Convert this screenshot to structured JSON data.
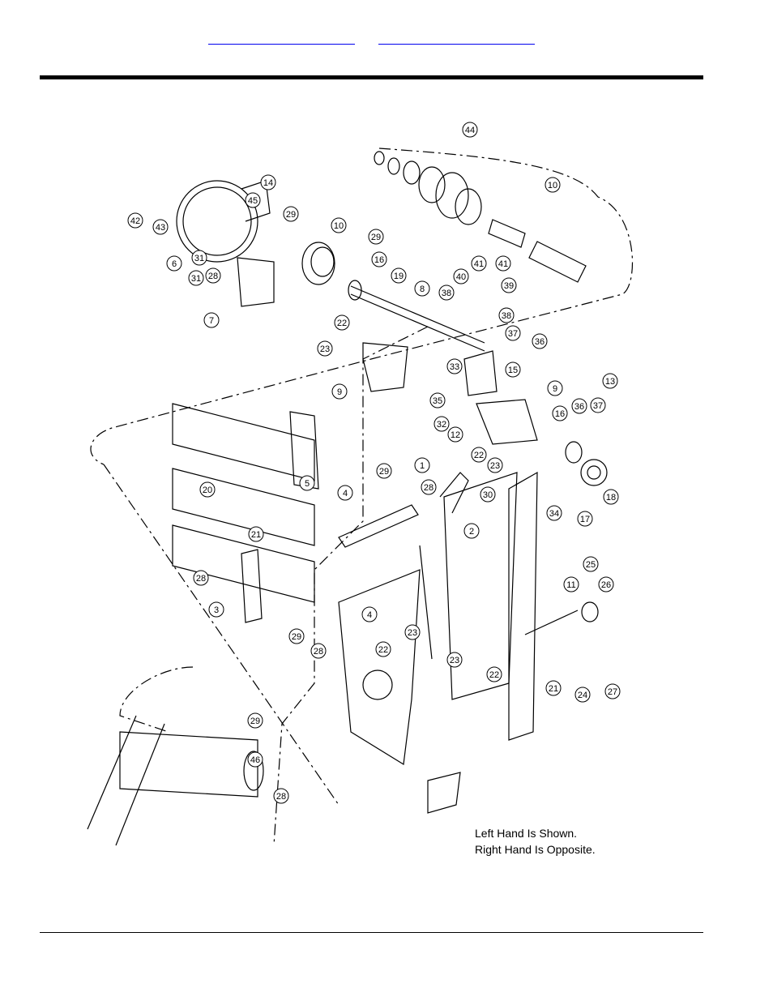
{
  "header": {
    "link_1": "",
    "link_2": ""
  },
  "diagram": {
    "note_line_1": "Left Hand Is Shown.",
    "note_line_2": "Right Hand Is Opposite.",
    "callouts": [
      "44",
      "10",
      "14",
      "42",
      "43",
      "6",
      "45",
      "29",
      "10",
      "29",
      "31",
      "31",
      "28",
      "7",
      "16",
      "19",
      "8",
      "38",
      "40",
      "41",
      "41",
      "39",
      "38",
      "37",
      "36",
      "22",
      "23",
      "9",
      "33",
      "15",
      "35",
      "32",
      "12",
      "9",
      "13",
      "16",
      "36",
      "37",
      "22",
      "23",
      "18",
      "17",
      "34",
      "29",
      "1",
      "28",
      "30",
      "20",
      "5",
      "4",
      "21",
      "2",
      "28",
      "3",
      "4",
      "22",
      "23",
      "29",
      "28",
      "11",
      "25",
      "26",
      "23",
      "22",
      "21",
      "24",
      "27",
      "29",
      "46",
      "28"
    ]
  }
}
